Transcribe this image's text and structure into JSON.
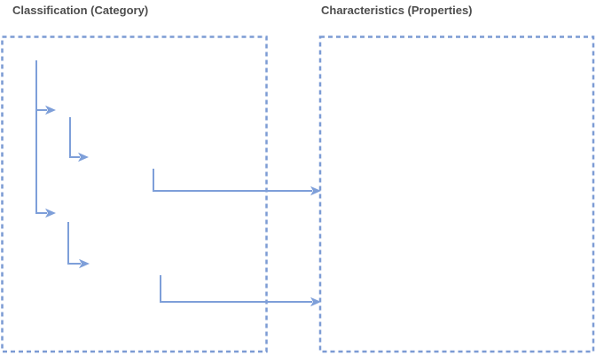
{
  "diagram": {
    "type": "tree-to-properties mapping diagram",
    "left_panel": {
      "title": "Classification (Category)",
      "border_style": "dashed",
      "content": "hierarchy tree of elbow arrows (two levels, two sub-branches)"
    },
    "right_panel": {
      "title": "Characteristics (Properties)",
      "border_style": "dashed",
      "content": "empty"
    },
    "connections": [
      {
        "name": "upper-category-to-properties",
        "from": "left panel upper sub-branch area",
        "to": "right panel left edge (upper arrow)"
      },
      {
        "name": "lower-category-to-properties",
        "from": "left panel lower sub-branch area",
        "to": "right panel left edge (lower arrow)"
      }
    ]
  },
  "icons": {
    "arrowhead": "classic notched triangle arrow"
  },
  "colors": {
    "line_blue": "#7E9FD9",
    "border_blue": "#7C9BD4",
    "title_gray": "#4D4D4D",
    "background": "#FFFFFF"
  }
}
